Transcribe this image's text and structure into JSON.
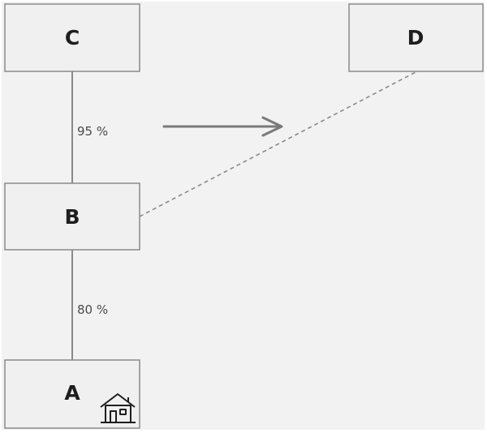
{
  "diagram": {
    "nodes": {
      "A": {
        "label": "A"
      },
      "B": {
        "label": "B"
      },
      "C": {
        "label": "C"
      },
      "D": {
        "label": "D"
      }
    },
    "edges": {
      "a_b": {
        "label": "80 %"
      },
      "b_c": {
        "label": "95 %"
      }
    },
    "icons": {
      "house": "house-icon",
      "arrow": "right-arrow-icon"
    },
    "colors": {
      "background": "#f2f2f2",
      "box_fill": "#f0f0f0",
      "box_border": "#8a8a8a",
      "line": "#8a8a8a",
      "arrow": "#7a7a7a",
      "text": "#1e1e1e"
    }
  }
}
